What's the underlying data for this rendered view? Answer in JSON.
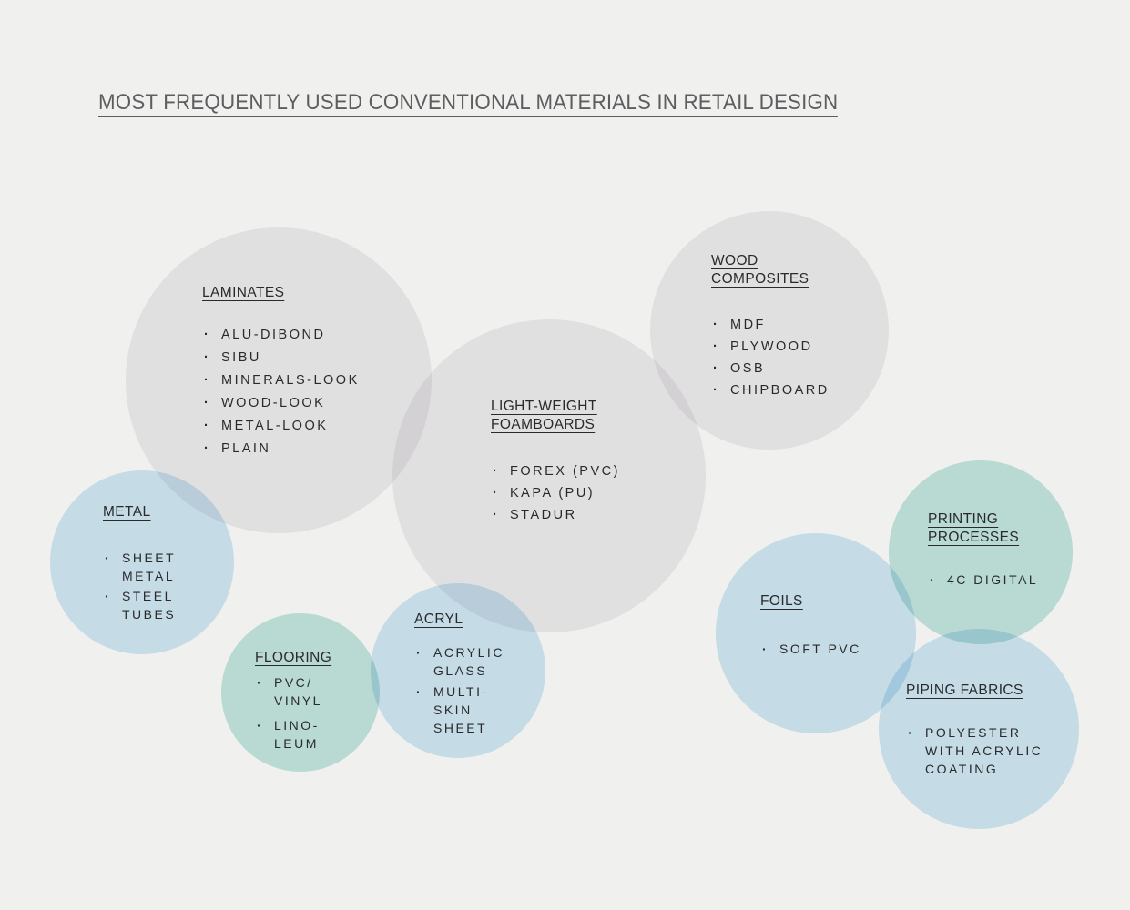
{
  "title": {
    "text": "MOST FREQUENTLY USED CONVENTIONAL MATERIALS IN RETAIL DESIGN"
  },
  "colors": {
    "background": "#f0f0ee",
    "bubble_gray": "#e2e0e1",
    "bubble_blue": "#c6dbe7",
    "bubble_teal": "#b9d9d3",
    "title_text": "#5e5e60",
    "body_text": "#2a2a2c"
  },
  "bubbles": [
    {
      "id": "laminates",
      "color": "gray",
      "label": "LAMINATES",
      "items": [
        "ALU-DIBOND",
        "SIBU",
        "MINERALS-LOOK",
        "WOOD-LOOK",
        "METAL-LOOK",
        "PLAIN"
      ]
    },
    {
      "id": "wood-composites",
      "color": "gray",
      "label": "WOOD\nCOMPOSITES",
      "items": [
        "MDF",
        "PLYWOOD",
        "OSB",
        "CHIPBOARD"
      ]
    },
    {
      "id": "lightweight-foamboards",
      "color": "gray",
      "label": "LIGHT-WEIGHT\nFOAMBOARDS",
      "items": [
        "FOREX (PVC)",
        "KAPA (PU)",
        "STADUR"
      ]
    },
    {
      "id": "metal",
      "color": "blue",
      "label": "METAL",
      "items": [
        "SHEET\nMETAL",
        "STEEL\nTUBES"
      ]
    },
    {
      "id": "flooring",
      "color": "teal",
      "label": "FLOORING",
      "items": [
        "PVC/\nVINYL",
        "LINO-\nLEUM"
      ]
    },
    {
      "id": "acryl",
      "color": "blue",
      "label": "ACRYL",
      "items": [
        "ACRYLIC\nGLASS",
        "MULTI-\nSKIN\nSHEET"
      ]
    },
    {
      "id": "foils",
      "color": "blue",
      "label": "FOILS",
      "items": [
        "SOFT PVC"
      ]
    },
    {
      "id": "printing-processes",
      "color": "teal",
      "label": "PRINTING\nPROCESSES",
      "items": [
        "4C DIGITAL"
      ]
    },
    {
      "id": "piping-fabrics",
      "color": "blue",
      "label": "PIPING FABRICS",
      "items": [
        "POLYESTER\nWITH ACRYLIC\nCOATING"
      ]
    }
  ]
}
